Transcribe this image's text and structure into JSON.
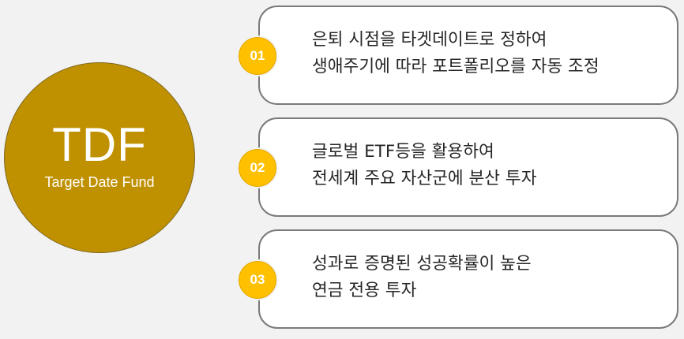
{
  "hub": {
    "title": "TDF",
    "subtitle": "Target Date Fund"
  },
  "items": [
    {
      "number": "01",
      "lines": [
        "은퇴 시점을 타겟데이트로 정하여",
        "생애주기에 따라 포트폴리오를 자동 조정"
      ]
    },
    {
      "number": "02",
      "lines": [
        "글로벌 ETF등을 활용하여",
        "전세계 주요 자산군에 분산 투자"
      ]
    },
    {
      "number": "03",
      "lines": [
        "성과로 증명된 성공확률이 높은",
        "연금 전용 투자"
      ]
    }
  ],
  "colors": {
    "hub": "#bf9000",
    "badge": "#ffc000",
    "card_border": "#7a7a7a",
    "background": "#f2f2f2"
  }
}
